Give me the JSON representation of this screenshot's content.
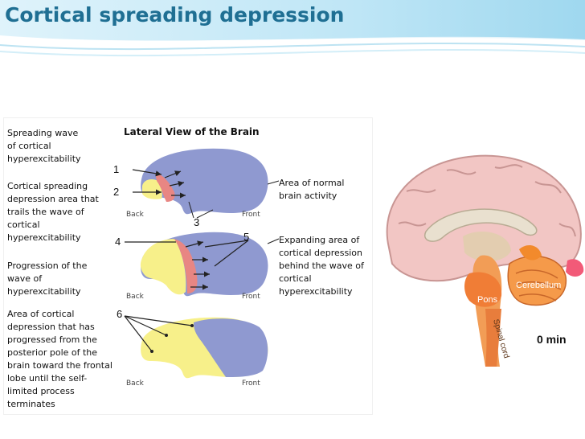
{
  "title": "Cortical spreading depression",
  "diagram": {
    "heading": "Lateral View of the Brain",
    "left_labels": {
      "spreading_wave": [
        "Spreading wave",
        "of cortical",
        "hyperexcitability"
      ],
      "cortical_spreading": [
        "Cortical spreading",
        "depression area that",
        "trails the wave of",
        "cortical",
        "hyperexcitability"
      ],
      "progression": [
        "Progression of the",
        "wave of",
        "hyperexcitability"
      ],
      "area_of_depression": [
        "Area of cortical",
        "depression that has",
        "progressed from the",
        "posterior pole of the",
        "brain toward the frontal",
        "lobe until the self-",
        "limited process",
        "terminates"
      ]
    },
    "right_labels": {
      "normal_activity": [
        "Area of normal",
        "brain activity"
      ],
      "expanding_area": [
        "Expanding area of",
        "cortical depression",
        "behind the wave of",
        "cortical",
        "hyperexcitability"
      ]
    },
    "numbers": [
      "1",
      "2",
      "3",
      "4",
      "5",
      "6"
    ],
    "back_label": "Back",
    "front_label": "Front",
    "colors": {
      "normal": "#8f99d0",
      "depression": "#f7f08a",
      "wave": "#e88683"
    }
  },
  "anatomy": {
    "pons_label": "Pons",
    "cerebellum_label": "Cerebellum",
    "spinal_cord_label": "Spinal cord",
    "time_label": "0 min"
  }
}
